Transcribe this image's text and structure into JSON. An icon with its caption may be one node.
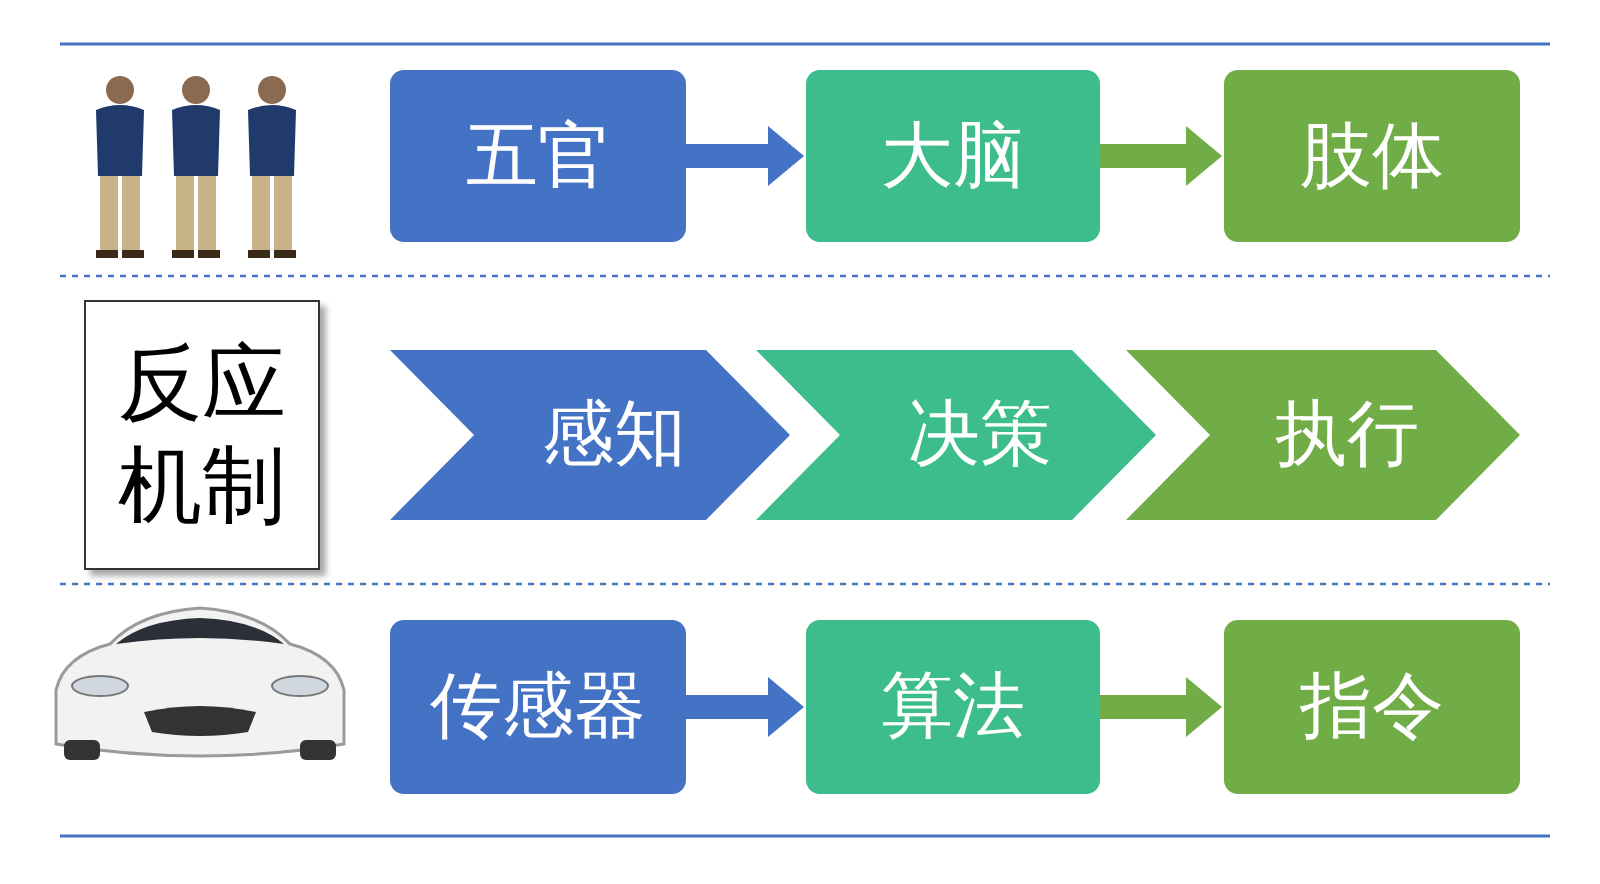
{
  "diagram": {
    "nodes": [
      {
        "text": [
          "五官"
        ]
      },
      {
        "text": [
          "大脑"
        ]
      },
      {
        "text": [
          "肢体"
        ]
      },
      {
        "text": [
          "反应机制"
        ]
      },
      {
        "text": [
          "感知"
        ]
      },
      {
        "text": [
          "决策"
        ]
      },
      {
        "text": [
          "执行"
        ]
      },
      {
        "text": [
          "传感器"
        ]
      },
      {
        "text": [
          "算法"
        ]
      },
      {
        "text": [
          "指令"
        ]
      }
    ],
    "edges": [
      {
        "from": 0,
        "to": 1,
        "arrow": "to",
        "color": "#4472c4"
      },
      {
        "from": 1,
        "to": 2,
        "arrow": "to",
        "color": "#70ad47"
      },
      {
        "from": 7,
        "to": 8,
        "arrow": "to",
        "color": "#4472c4"
      },
      {
        "from": 8,
        "to": 9,
        "arrow": "to",
        "color": "#70ad47"
      }
    ]
  }
}
